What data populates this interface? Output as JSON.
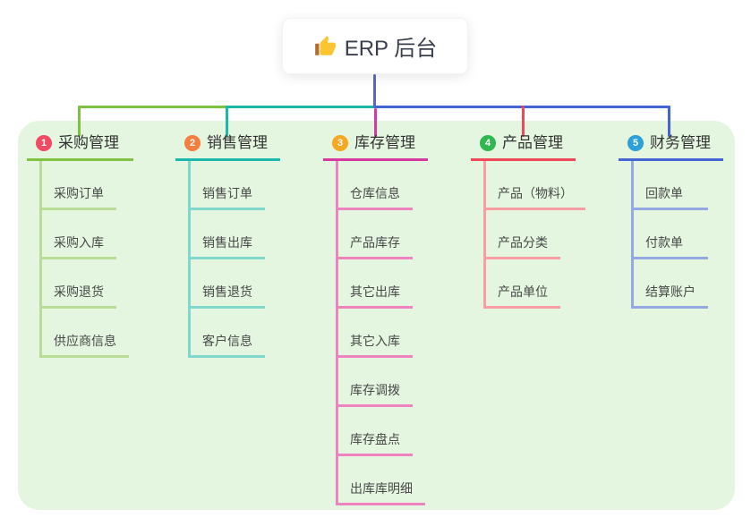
{
  "root": {
    "label": "ERP 后台",
    "icon": "thumbs-up-icon",
    "line_color": "#5667c5"
  },
  "panel": {
    "background": "#e4f6e0"
  },
  "branches": [
    {
      "badge": "1",
      "badge_color": "#f14a62",
      "color": "#7fc241",
      "light": "#b9dd97",
      "title": "采购管理",
      "children": [
        "采购订单",
        "采购入库",
        "采购退货",
        "供应商信息"
      ]
    },
    {
      "badge": "2",
      "badge_color": "#f57d3e",
      "color": "#1db8ad",
      "light": "#7fd8cb",
      "title": "销售管理",
      "children": [
        "销售订单",
        "销售出库",
        "销售退货",
        "客户信息"
      ]
    },
    {
      "badge": "3",
      "badge_color": "#f7a723",
      "color": "#d63a9e",
      "light": "#ef83c0",
      "title": "库存管理",
      "children": [
        "仓库信息",
        "产品库存",
        "其它出库",
        "其它入库",
        "库存调拨",
        "库存盘点",
        "出库库明细"
      ]
    },
    {
      "badge": "4",
      "badge_color": "#2fb84f",
      "color": "#f04858",
      "light": "#f89da4",
      "title": "产品管理",
      "children": [
        "产品（物料）",
        "产品分类",
        "产品单位"
      ]
    },
    {
      "badge": "5",
      "badge_color": "#2ba0d9",
      "color": "#4365d6",
      "light": "#93a9e4",
      "title": "财务管理",
      "children": [
        "回款单",
        "付款单",
        "结算账户"
      ]
    }
  ]
}
